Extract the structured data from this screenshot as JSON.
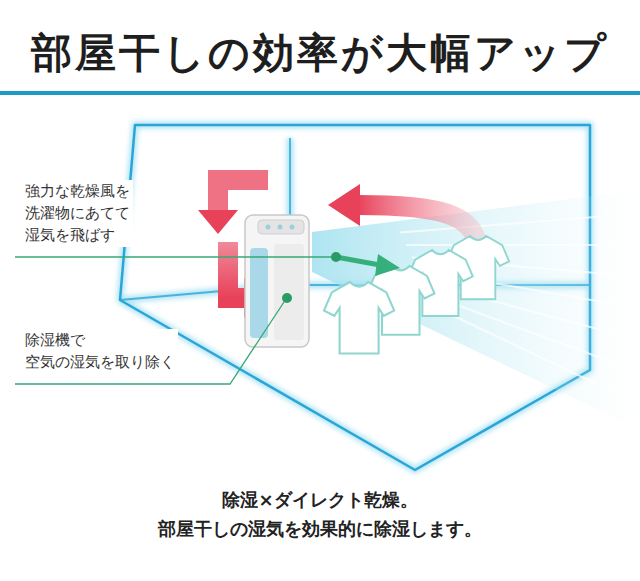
{
  "diagram": {
    "title": "部屋干しの効率が大幅アップ",
    "caption": "除湿×ダイレクト乾燥。 部屋干しの湿気を効果的に除湿します。",
    "labels": [
      "強力な乾燥風を 洗濯物にあてて 湿気を飛ばす",
      "除湿機で 空気の湿気を取り除く"
    ]
  }
}
